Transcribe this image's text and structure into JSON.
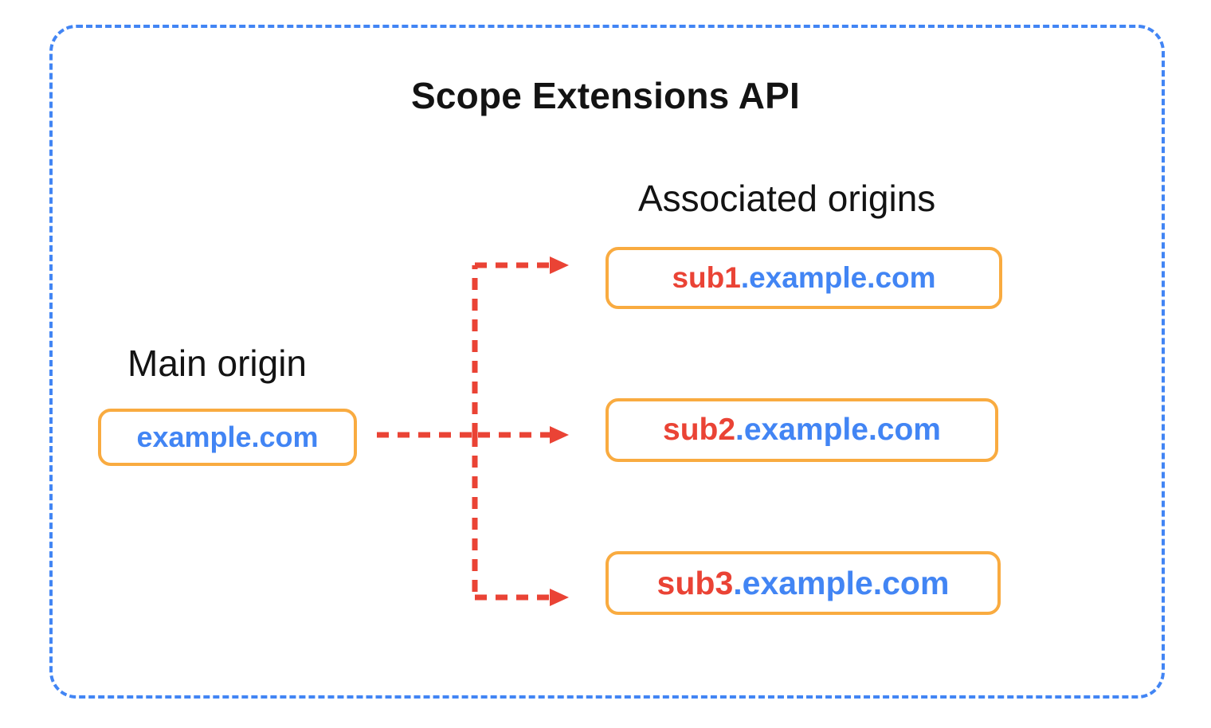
{
  "diagram": {
    "title": "Scope Extensions API",
    "frame_style": "dashed",
    "frame_color": "#4285F4",
    "box_border_color": "#F9AB40",
    "arrow_color": "#EA4335",
    "subdomain_text_color": "#EA4335",
    "domain_text_color": "#4285F4",
    "headings": {
      "main_origin": "Main origin",
      "associated_origins": "Associated origins"
    },
    "main_origin": {
      "sub": "",
      "domain": "example.com",
      "full": "example.com"
    },
    "associated_origins": [
      {
        "sub": "sub1",
        "domain": ".example.com",
        "full": "sub1.example.com"
      },
      {
        "sub": "sub2",
        "domain": ".example.com",
        "full": "sub2.example.com"
      },
      {
        "sub": "sub3",
        "domain": ".example.com",
        "full": "sub3.example.com"
      }
    ],
    "connections": [
      {
        "from": "example.com",
        "to": "sub1.example.com",
        "style": "dashed-arrow"
      },
      {
        "from": "example.com",
        "to": "sub2.example.com",
        "style": "dashed-arrow"
      },
      {
        "from": "example.com",
        "to": "sub3.example.com",
        "style": "dashed-arrow"
      }
    ]
  }
}
